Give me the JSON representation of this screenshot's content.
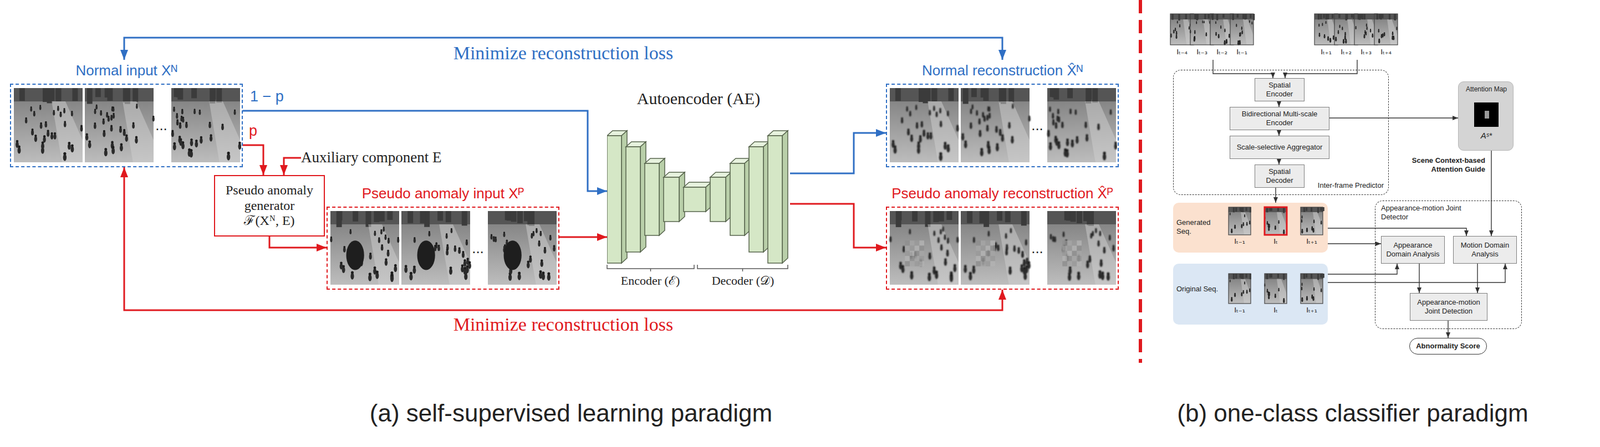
{
  "diagram": {
    "nodes": [
      {
        "text": [
          "Normal input Xᴺ",
          "..."
        ]
      },
      {
        "text": [
          "Pseudo anomaly generator",
          "ℱ(Xᴺ, E)"
        ]
      },
      {
        "text": [
          "Auxiliary component E"
        ]
      },
      {
        "text": [
          "Pseudo anomaly input Xᴾ",
          "..."
        ]
      },
      {
        "text": [
          "Autoencoder (AE)"
        ]
      },
      {
        "text": [
          "Normal reconstruction X̂ᴺ",
          "..."
        ]
      },
      {
        "text": [
          "Pseudo anomaly reconstruction X̂ᴾ",
          "..."
        ]
      },
      {
        "text": [
          "Iₜ₋₄",
          "Iₜ₋₃",
          "Iₜ₋₂",
          "Iₜ₋₁"
        ]
      },
      {
        "text": [
          "Iₜ₊₁",
          "Iₜ₊₂",
          "Iₜ₊₃",
          "Iₜ₊₄"
        ]
      },
      {
        "text": [
          "Inter-frame Predictor"
        ]
      },
      {
        "text": [
          "Spatial Encoder"
        ],
        "in": 9
      },
      {
        "text": [
          "Bidirectional Multi-scale Encoder"
        ],
        "in": 9
      },
      {
        "text": [
          "Scale-selective Aggregator"
        ],
        "in": 9
      },
      {
        "text": [
          "Spatial Decoder"
        ],
        "in": 9
      },
      {
        "text": [
          "Attention Map",
          "Aˢ*"
        ]
      },
      {
        "text": [
          "Generated Seq.",
          "Iₜ₋₁",
          "Iₜ",
          "Iₜ₊₁"
        ]
      },
      {
        "text": [
          "Original Seq.",
          "Iₜ₋₁",
          "Iₜ",
          "Iₜ₊₁"
        ]
      },
      {
        "text": [
          "Appearance-motion Joint Detector"
        ]
      },
      {
        "text": [
          "Appearance Domain Analysis"
        ],
        "in": 17
      },
      {
        "text": [
          "Motion Domain Analysis"
        ],
        "in": 17
      },
      {
        "text": [
          "Appearance-motion Joint Detection"
        ],
        "in": 17
      },
      {
        "text": [
          "Abnormality Score"
        ]
      }
    ],
    "edges": [
      {
        "from": 0,
        "to": 5,
        "arrow": "both",
        "label": "Minimize reconstruction loss"
      },
      {
        "from": 0,
        "to": 4,
        "arrow": "to",
        "label": "1 − p"
      },
      {
        "from": 0,
        "to": 1,
        "arrow": "to",
        "label": "p"
      },
      {
        "from": 2,
        "to": 1,
        "arrow": "to"
      },
      {
        "from": 1,
        "to": 3,
        "arrow": "to"
      },
      {
        "from": 3,
        "to": 4,
        "arrow": "to"
      },
      {
        "from": 4,
        "to": 5,
        "arrow": "to"
      },
      {
        "from": 4,
        "to": 6,
        "arrow": "to"
      },
      {
        "from": 0,
        "to": 6,
        "arrow": "both",
        "label": "Minimize reconstruction loss"
      },
      {
        "from": 7,
        "to": 10,
        "arrow": "to"
      },
      {
        "from": 8,
        "to": 10,
        "arrow": "to"
      },
      {
        "from": 10,
        "to": 11,
        "arrow": "to"
      },
      {
        "from": 11,
        "to": 12,
        "arrow": "to"
      },
      {
        "from": 12,
        "to": 13,
        "arrow": "to"
      },
      {
        "from": 11,
        "to": 14,
        "arrow": "to"
      },
      {
        "from": 13,
        "to": 15,
        "arrow": "to"
      },
      {
        "from": 14,
        "to": 19,
        "arrow": "to",
        "label": "Scene Context-based Attention Guide"
      },
      {
        "from": 15,
        "to": 18,
        "arrow": "to"
      },
      {
        "from": 15,
        "to": 19,
        "arrow": "to"
      },
      {
        "from": 16,
        "to": 18,
        "arrow": "to"
      },
      {
        "from": 16,
        "to": 19,
        "arrow": "to"
      },
      {
        "from": 18,
        "to": 20,
        "arrow": "to"
      },
      {
        "from": 19,
        "to": 20,
        "arrow": "to"
      },
      {
        "from": 20,
        "to": 21,
        "arrow": "to"
      }
    ],
    "labels": [
      "Encoder (ℰ)",
      "Decoder (𝒟)",
      "(a) self-supervised learning paradigm",
      "(b) one-class classifier paradigm"
    ]
  }
}
